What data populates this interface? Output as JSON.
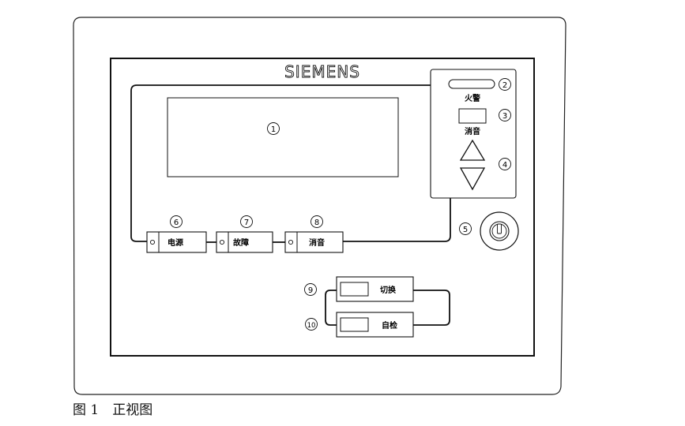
{
  "brand": "SIEMENS",
  "callouts": {
    "c1": "1",
    "c2": "2",
    "c3": "3",
    "c4": "4",
    "c5": "5",
    "c6": "6",
    "c7": "7",
    "c8": "8",
    "c9": "9",
    "c10": "10"
  },
  "side_panel": {
    "fire_label": "火警",
    "silence_label": "消音"
  },
  "status_leds": [
    {
      "label": "电源"
    },
    {
      "label": "故障"
    },
    {
      "label": "消音"
    }
  ],
  "function_buttons": [
    {
      "label": "切换"
    },
    {
      "label": "自检"
    }
  ],
  "caption": "图 1　正视图",
  "icons": {
    "up": "triangle-up-icon",
    "down": "triangle-down-icon",
    "key": "key-switch-icon"
  }
}
